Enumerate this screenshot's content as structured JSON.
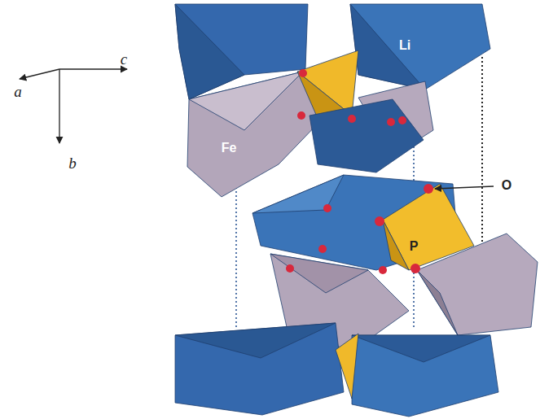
{
  "diagram": {
    "labels": [
      "c",
      "a",
      "b",
      "Li",
      "Fe",
      "O",
      "P"
    ]
  }
}
